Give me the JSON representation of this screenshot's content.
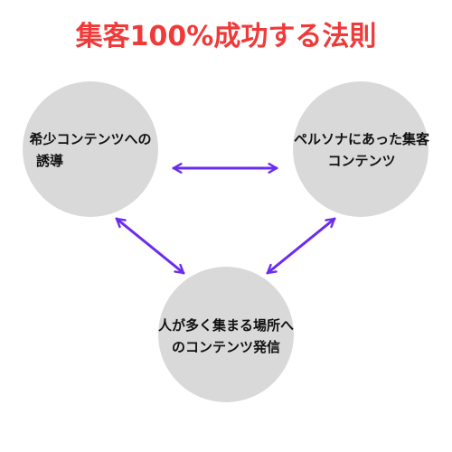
{
  "title": "集客100%成功する法則",
  "colors": {
    "title": "#f03a3a",
    "arrow": "#6a2cf0",
    "node": "#d9d9d9",
    "text": "#111111"
  },
  "nodes": {
    "left": {
      "line1": "希少コンテンツへの",
      "line2": "誘導"
    },
    "right": {
      "line1": "ペルソナにあった集客",
      "line2": "コンテンツ"
    },
    "bottom": {
      "line1": "人が多く集まる場所へ",
      "line2": "のコンテンツ発信"
    }
  },
  "connections": [
    {
      "from": "left",
      "to": "right",
      "direction": "both"
    },
    {
      "from": "left",
      "to": "bottom",
      "direction": "both"
    },
    {
      "from": "right",
      "to": "bottom",
      "direction": "both"
    }
  ]
}
